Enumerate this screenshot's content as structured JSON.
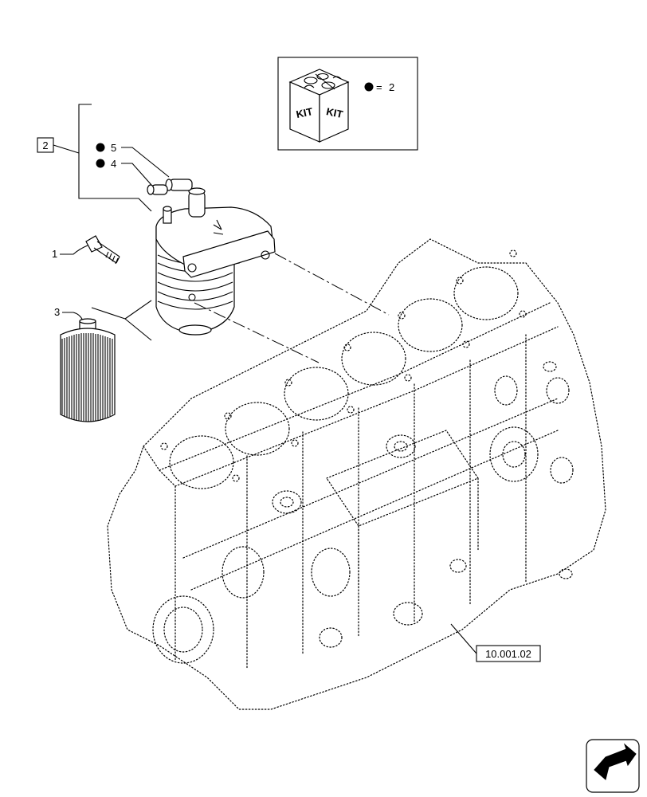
{
  "kit": {
    "word_left": "KIT",
    "word_right": "KIT",
    "legend_value": "2",
    "legend_eq": "="
  },
  "callouts": {
    "group_box": "2",
    "item_5": "5",
    "item_4": "4",
    "item_1": "1",
    "item_3": "3",
    "reference": "10.001.02"
  },
  "icons": {
    "kit_box": "kit-box-icon",
    "nav_arrow": "nav-arrow-icon",
    "bullet": "filled-circle-icon"
  }
}
